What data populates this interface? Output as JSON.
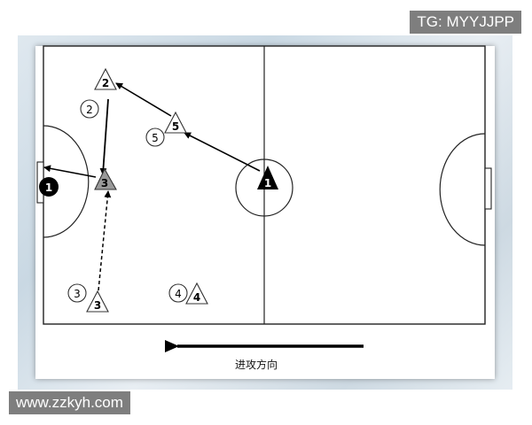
{
  "watermark_top": "TG: MYYJJPP",
  "watermark_bottom": "www.zzkyh.com",
  "direction_label": "进攻方向",
  "players": {
    "opp_1": "1",
    "att_1": "1",
    "att_2": "2",
    "att_3_upper": "3",
    "att_3_lower": "3",
    "att_4": "4",
    "att_5": "5",
    "def_2": "2",
    "def_3": "3",
    "def_4": "4",
    "def_5": "5"
  }
}
